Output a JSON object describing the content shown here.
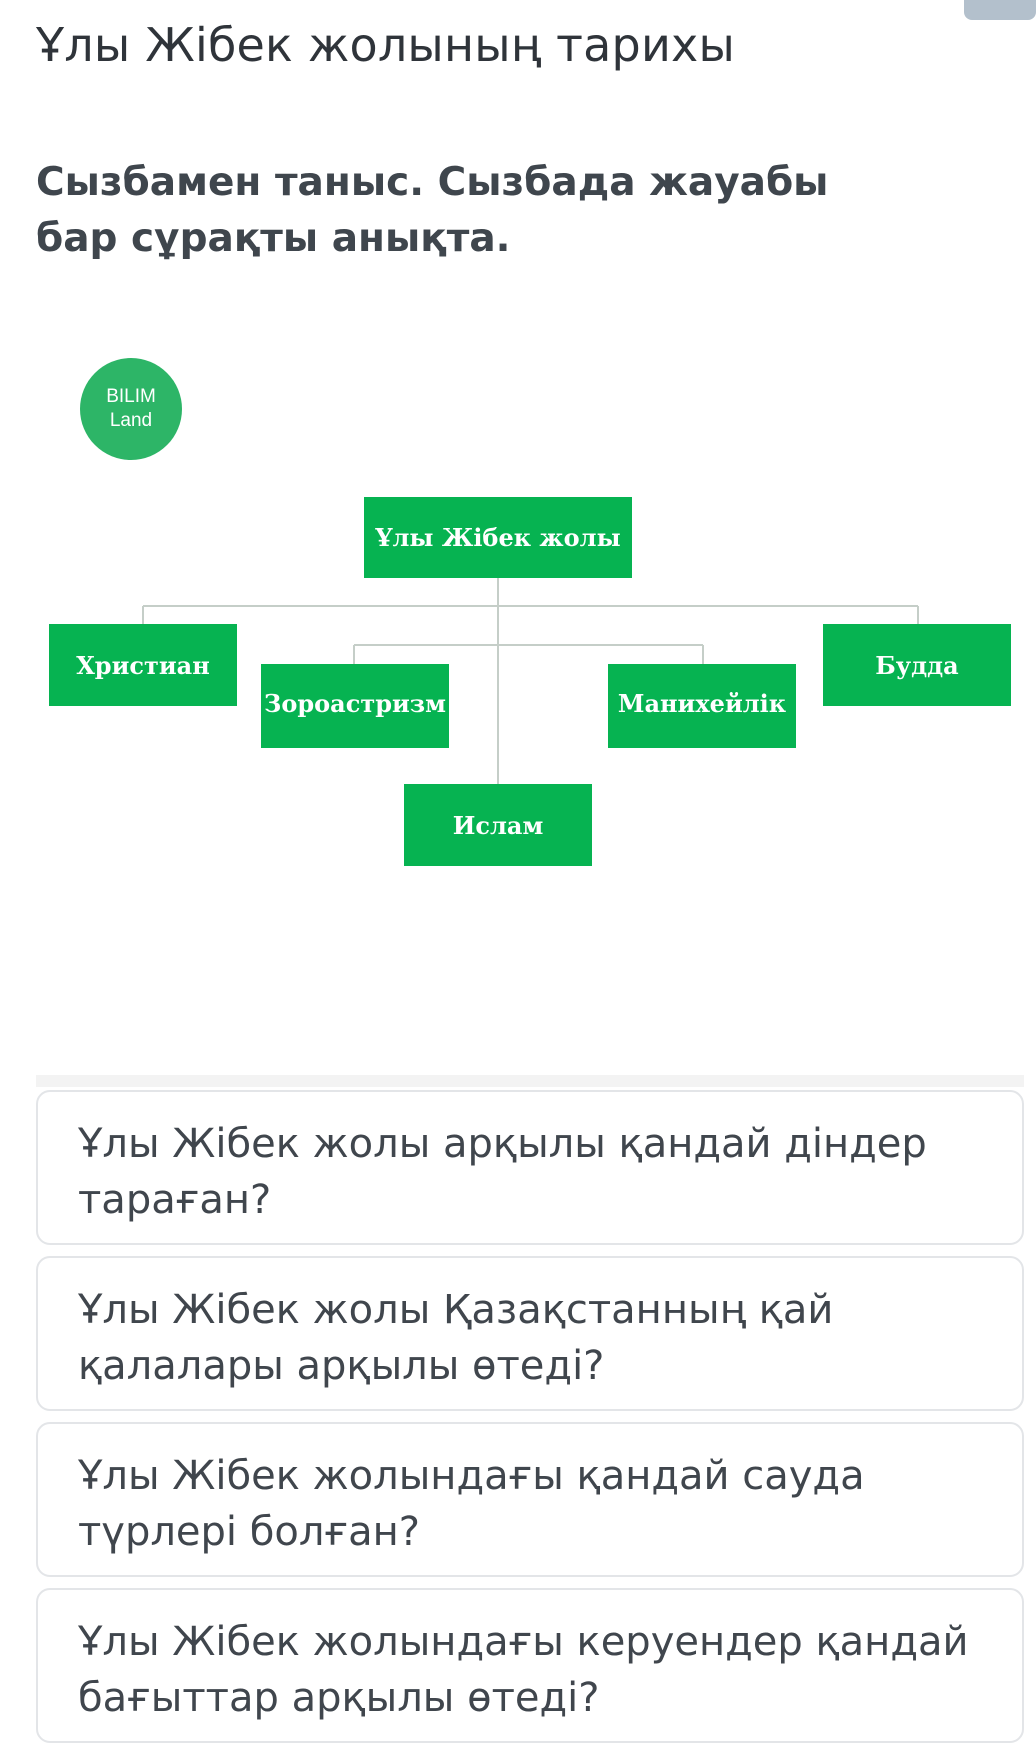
{
  "page": {
    "title": "Ұлы Жібек жолының тарихы",
    "question": "Сызбамен таныс. Сызбада жауабы бар сұрақты анықта."
  },
  "logo": {
    "line1": "BILIM",
    "line2": "Land"
  },
  "diagram": {
    "root": "Ұлы Жібек жолы",
    "nodes": {
      "christian": "Христиан",
      "zoroastrianism": "Зороастризм",
      "islam": "Ислам",
      "manichaeism": "Манихейлік",
      "buddhism": "Будда"
    }
  },
  "options": [
    {
      "label": "Ұлы Жібек жолы арқылы қандай діндер тараған?"
    },
    {
      "label": "Ұлы Жібек жолы Қазақстанның қай қалалары арқылы өтеді?"
    },
    {
      "label": "Ұлы Жібек жолындағы қандай сауда түрлері болған?"
    },
    {
      "label": "Ұлы Жібек жолындағы керуендер қандай бағыттар арқылы өтеді?"
    }
  ],
  "colors": {
    "node_green": "#06b351",
    "logo_green": "#2db567",
    "connector": "#c5cec8",
    "border": "#e3e5e8"
  }
}
